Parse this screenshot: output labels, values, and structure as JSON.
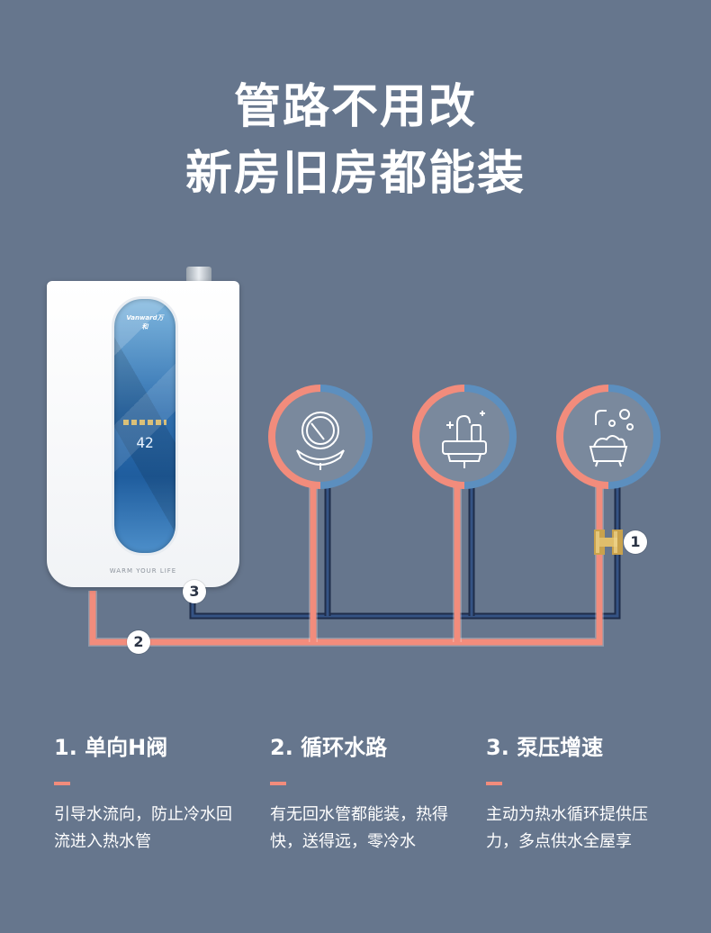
{
  "headline": {
    "line1": "管路不用改",
    "line2": "新房旧房都能装"
  },
  "heater": {
    "brand": "Vanward万和",
    "display": "42",
    "slogan": "WARM YOUR LIFE"
  },
  "badges": {
    "b1": "1",
    "b2": "2",
    "b3": "3"
  },
  "fixtures": [
    "washbasin-icon",
    "sink-icon",
    "bathtub-shower-icon"
  ],
  "features": [
    {
      "title": "1. 单向H阀",
      "desc": "引导水流向，防止冷水回流进入热水管"
    },
    {
      "title": "2. 循环水路",
      "desc": "有无回水管都能装，热得快，送得远，零冷水"
    },
    {
      "title": "3. 泵压增速",
      "desc": "主动为热水循环提供压力，多点供水全屋享"
    }
  ],
  "colors": {
    "background": "#66768d",
    "hot_pipe": "#f28c7c",
    "return_pipe": "#2b3b5c",
    "return_ring": "#5c8fbf",
    "accent": "#f28c7c"
  }
}
